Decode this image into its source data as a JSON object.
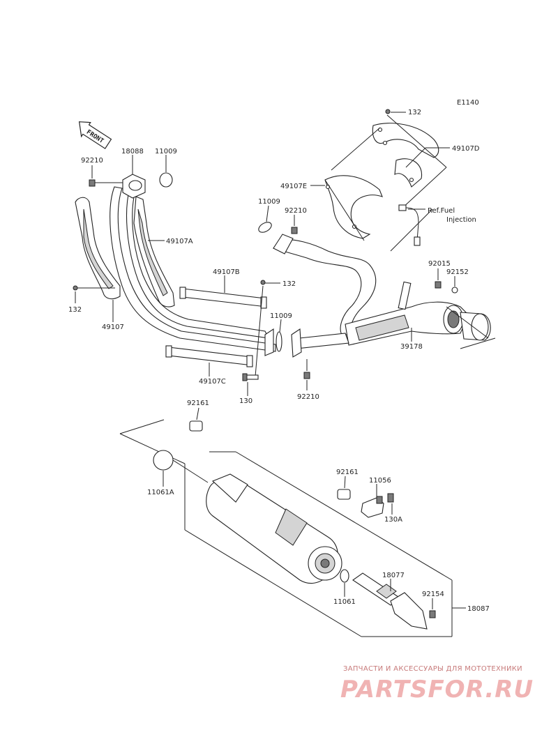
{
  "diagram": {
    "code": "E1140",
    "front_arrow_text": "FRONT",
    "labels": {
      "p132_top": "132",
      "p49107D": "49107D",
      "p49107E": "49107E",
      "ref_fuel_line1": "Ref.Fuel",
      "ref_fuel_line2": "Injection",
      "p11009_upper": "11009",
      "p92210_upper": "92210",
      "p92015": "92015",
      "p92152": "92152",
      "p39178": "39178",
      "p92210_left": "92210",
      "p18088": "18088",
      "p11009_left": "11009",
      "p49107A": "49107A",
      "p49107B": "49107B",
      "p132_mid": "132",
      "p132_left": "132",
      "p49107": "49107",
      "p11009_mid": "11009",
      "p49107C": "49107C",
      "p130": "130",
      "p92210_lower": "92210",
      "p92161_top": "92161",
      "p11061A": "11061A",
      "p92161_mid": "92161",
      "p11056": "11056",
      "p130A": "130A",
      "p18077": "18077",
      "p11061": "11061",
      "p92154": "92154",
      "p18087": "18087"
    }
  },
  "watermark": {
    "caption": "ЗАПЧАСТИ И АКСЕССУАРЫ ДЛЯ МОТОТЕХНИКИ",
    "logo": "PARTSFOR.RU"
  }
}
